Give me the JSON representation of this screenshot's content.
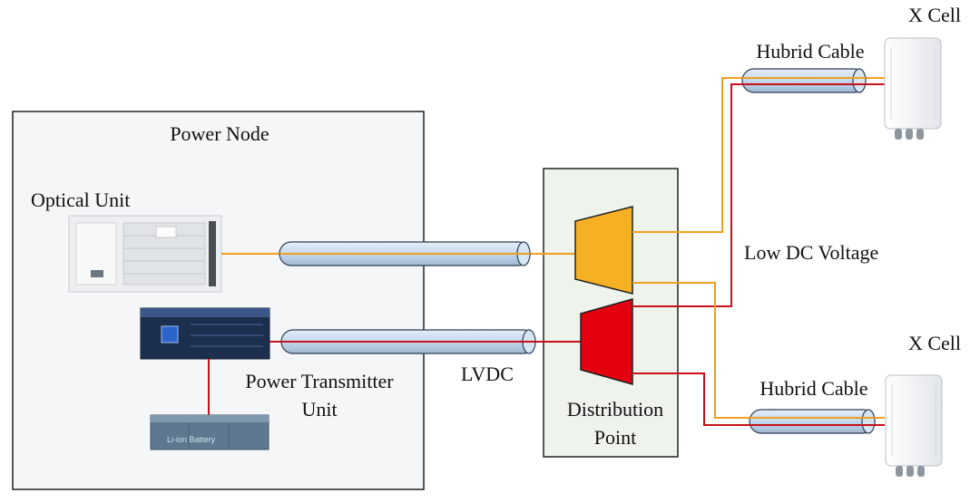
{
  "diagram": {
    "power_node": {
      "title": "Power Node"
    },
    "optical_unit": {
      "label": "Optical Unit"
    },
    "power_transmitter_unit": {
      "label_line1": "Power Transmitter",
      "label_line2": "Unit"
    },
    "battery": {
      "label": "Li-ion Battery"
    },
    "lvdc_label": "LVDC",
    "distribution_point": {
      "label_line1": "Distribution",
      "label_line2": "Point"
    },
    "low_dc_voltage_label": "Low DC Voltage",
    "cell_top": {
      "label": "X Cell",
      "cable_label": "Hubrid Cable"
    },
    "cell_bottom": {
      "label": "X Cell",
      "cable_label": "Hubrid Cable"
    },
    "colors": {
      "optical_line": "#f0a020",
      "power_line": "#c8101a",
      "cable_fill": "#c6d9ec",
      "optical_block": "#f5b024",
      "power_block": "#e3000f",
      "box_fill": "#f4f6f8",
      "dp_fill": "#eef3ec"
    }
  }
}
